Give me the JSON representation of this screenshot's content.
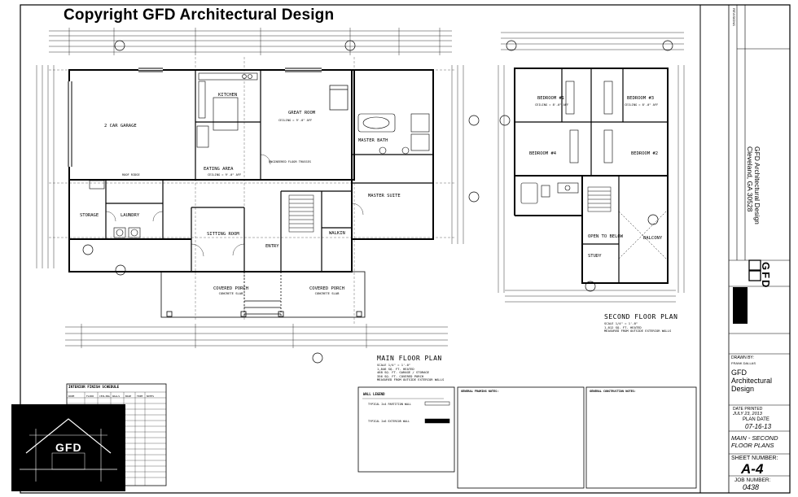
{
  "copyright": "Copyright GFD Architectural Design",
  "main_plan": {
    "title": "MAIN FLOOR PLAN",
    "scale": "SCALE 1/4\" = 1'-0\"",
    "area_lines": [
      "1,846 SQ. FT. HEATED",
      "468 SQ. FT. GARAGE / STORAGE",
      "356 SQ. FT. COVERED PORCH",
      "MEASURED FROM OUTSIDE EXTERIOR WALLS"
    ],
    "rooms": {
      "garage": "2 CAR GARAGE",
      "kitchen": "KITCHEN",
      "great_room": "GREAT ROOM",
      "master_bath": "MASTER BATH",
      "master_suite": "MASTER SUITE",
      "eating_area": "EATING AREA",
      "storage": "STORAGE",
      "laundry": "LAUNDRY",
      "sitting_room": "SITTING ROOM",
      "entry": "ENTRY",
      "walkin": "WALKIN",
      "porch_left": "COVERED PORCH",
      "porch_right": "COVERED PORCH",
      "slab": "CONCRETE SLAB"
    },
    "ceiling": "CEILING = 9'-0\" AFF",
    "truss": "ENGINEERED FLOOR TRUSSES",
    "roof_ridge": "ROOF RIDGE"
  },
  "second_plan": {
    "title": "SECOND FLOOR PLAN",
    "scale": "SCALE 1/4\" = 1'-0\"",
    "area_lines": [
      "1,012 SQ. FT. HEATED",
      "MEASURED FROM OUTSIDE EXTERIOR WALLS"
    ],
    "rooms": {
      "bed1": "BEDROOM #1",
      "bed2": "BEDROOM #2",
      "bed3": "BEDROOM #3",
      "bed4": "BEDROOM #4",
      "open": "OPEN TO BELOW",
      "balcony": "BALCONY",
      "study": "STUDY"
    },
    "ceiling": "CEILING = 8'-0\" AFF"
  },
  "schedule": {
    "title": "INTERIOR FINISH SCHEDULE",
    "headers": [
      "ROOM",
      "FLOOR",
      "CEILING",
      "WALLS",
      "BASE",
      "TRIM",
      "NOTES"
    ]
  },
  "legend": {
    "title": "WALL LEGEND",
    "items": [
      "TYPICAL 2x4 PARTITION WALL",
      "TYPICAL 2x6 EXTERIOR WALL"
    ]
  },
  "general_notes": {
    "title": "GENERAL FRAMING NOTES:"
  },
  "construction_notes": {
    "title": "GENERAL CONSTRUCTION NOTES:"
  },
  "title_block": {
    "firm_name": [
      "GFD Architectural Design",
      "Cleveland, GA 30528"
    ],
    "letters": "GFD",
    "drawn_by_label": "DRAWN BY:",
    "drawn_by": "FRANK DALLAS",
    "firm": [
      "GFD",
      "Architectural",
      "Design"
    ],
    "date_printed_label": "DATE PRINTED",
    "date_printed": "JULY 23, 2013",
    "plan_date_label": "PLAN DATE",
    "plan_date": "07-16-13",
    "sheet_desc": [
      "MAIN - SECOND",
      "FLOOR PLANS"
    ],
    "sheet_number_label": "SHEET NUMBER:",
    "sheet_number": "A-4",
    "job_number_label": "JOB NUMBER:",
    "job_number": "0438",
    "revisions_label": "REVISIONS"
  },
  "logo": {
    "text": "GFD"
  }
}
